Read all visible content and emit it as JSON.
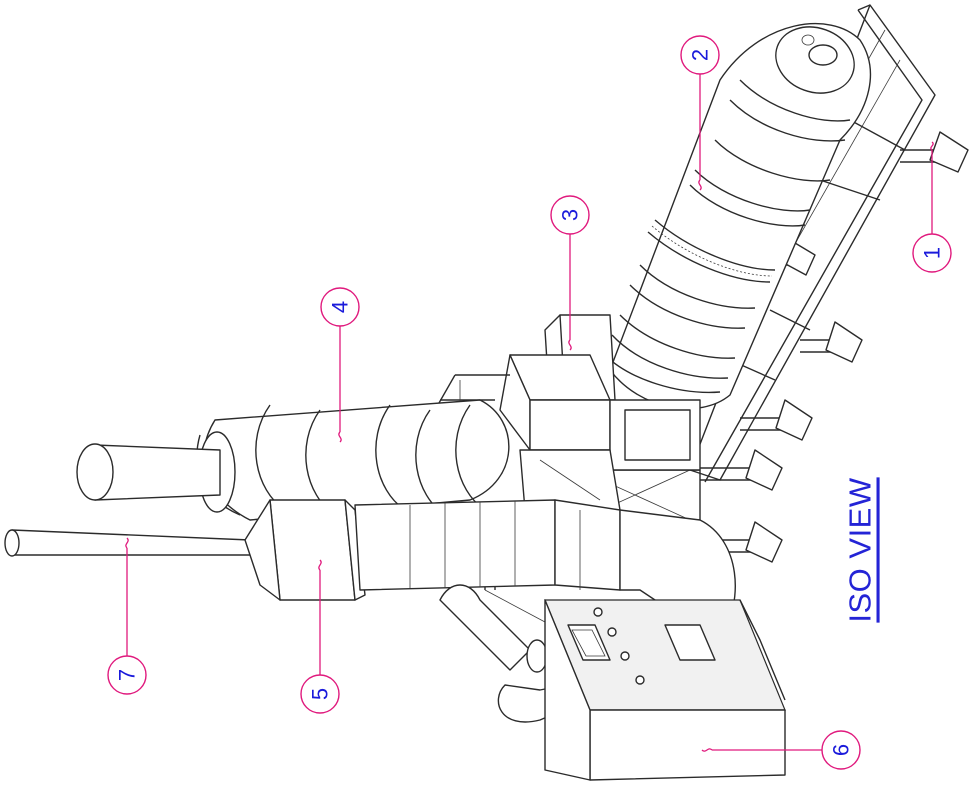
{
  "view_title": "ISO VIEW",
  "colors": {
    "leader": "#e0197d",
    "label_text": "#1a1adb",
    "line": "#2b2b2b"
  },
  "callouts": [
    {
      "id": "1",
      "label": "1"
    },
    {
      "id": "2",
      "label": "2"
    },
    {
      "id": "3",
      "label": "3"
    },
    {
      "id": "4",
      "label": "4"
    },
    {
      "id": "5",
      "label": "5"
    },
    {
      "id": "6",
      "label": "6"
    },
    {
      "id": "7",
      "label": "7"
    }
  ]
}
